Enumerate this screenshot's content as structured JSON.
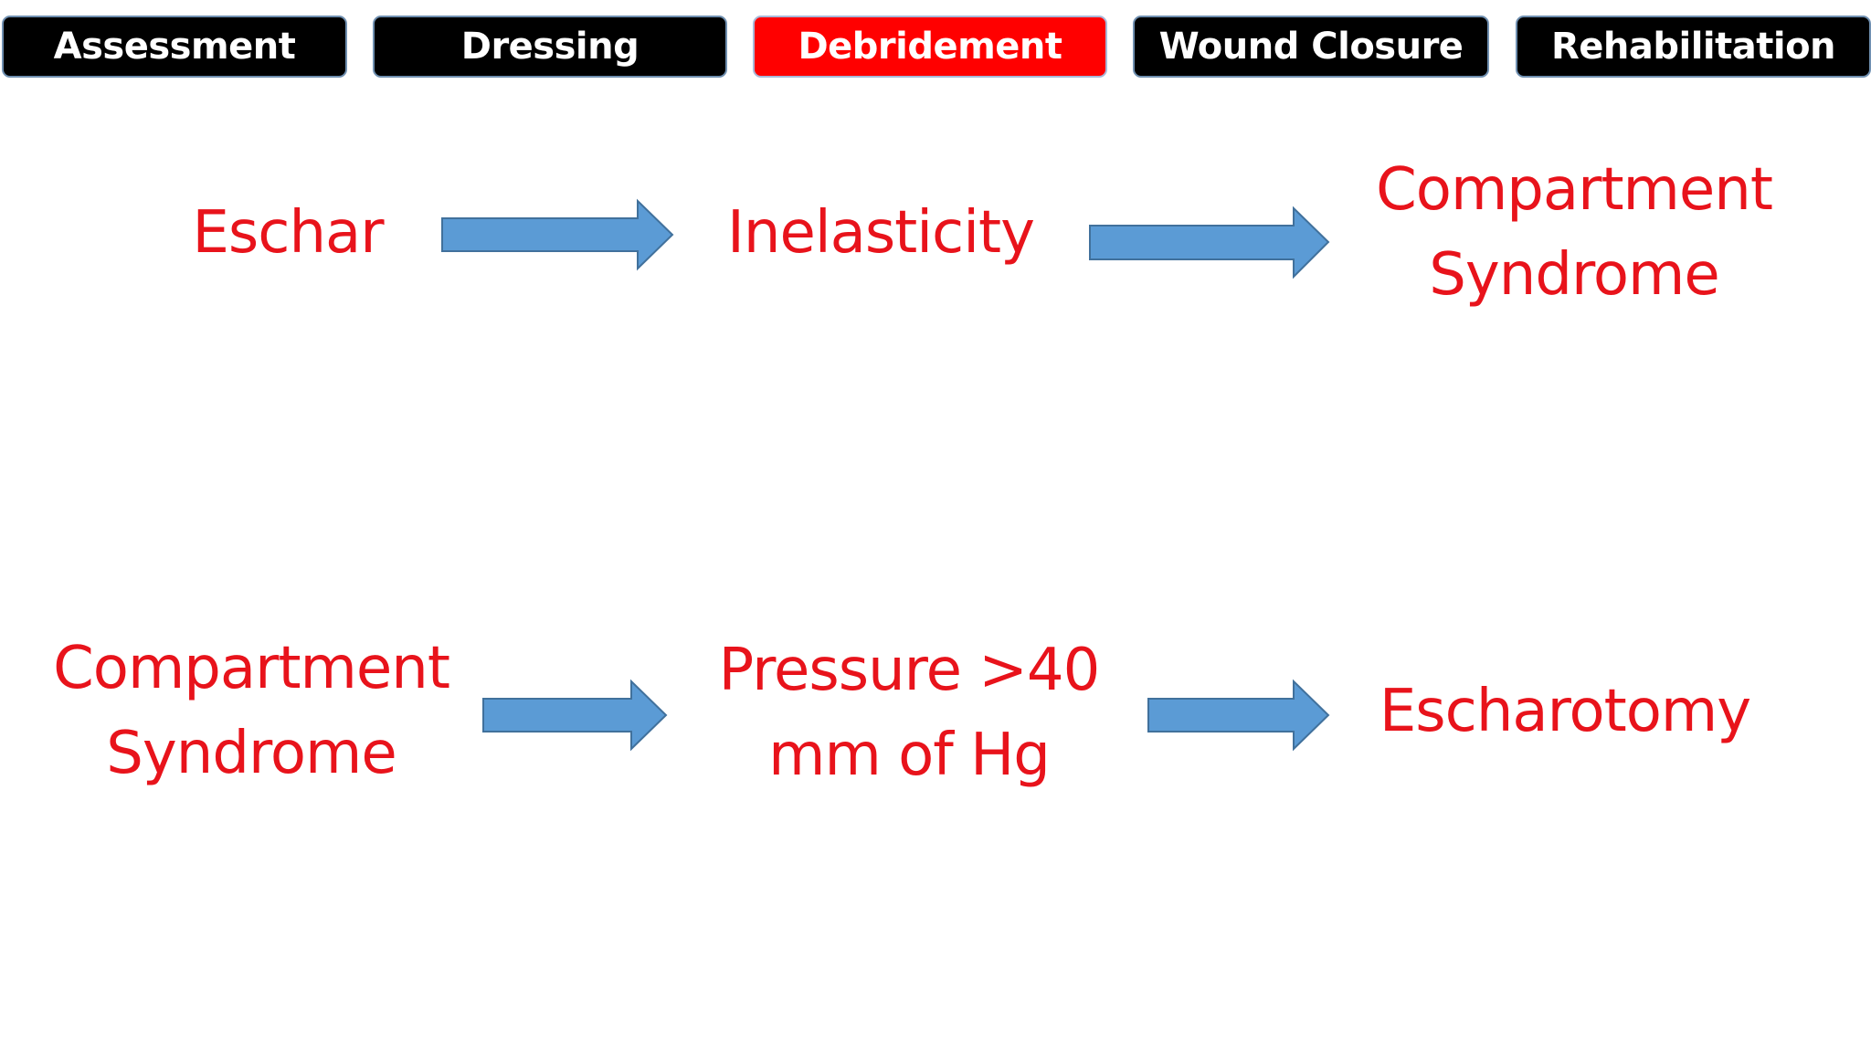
{
  "tabs": [
    {
      "label": "Assessment",
      "active": false
    },
    {
      "label": "Dressing",
      "active": false
    },
    {
      "label": "Debridement",
      "active": true
    },
    {
      "label": "Wound Closure",
      "active": false
    },
    {
      "label": "Rehabilitation",
      "active": false
    }
  ],
  "rows": [
    {
      "nodes": [
        {
          "lines": [
            "Eschar"
          ]
        },
        {
          "lines": [
            "Inelasticity"
          ]
        },
        {
          "lines": [
            "Compartment",
            "Syndrome"
          ]
        }
      ]
    },
    {
      "nodes": [
        {
          "lines": [
            "Compartment",
            "Syndrome"
          ]
        },
        {
          "lines": [
            "Pressure >40",
            "mm of Hg"
          ]
        },
        {
          "lines": [
            "Escharotomy"
          ]
        }
      ]
    }
  ],
  "colors": {
    "tab_bg": "#000000",
    "tab_active_bg": "#ff0000",
    "tab_text": "#ffffff",
    "node_text": "#e8131b",
    "arrow_fill": "#5b9bd5",
    "arrow_stroke": "#41719c"
  }
}
